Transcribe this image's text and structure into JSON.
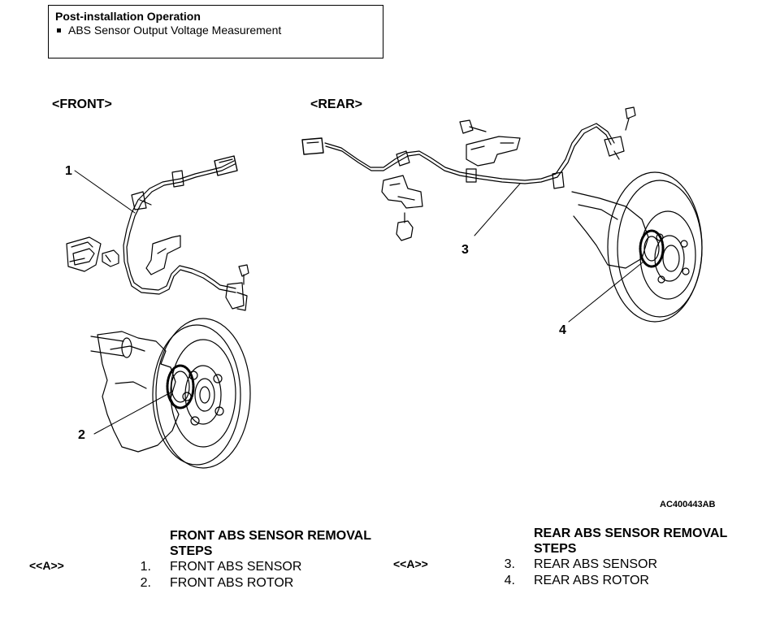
{
  "note": {
    "title": "Post-installation Operation",
    "items": [
      "ABS Sensor Output Voltage Measurement"
    ]
  },
  "diagram": {
    "front_label": "<FRONT>",
    "rear_label": "<REAR>",
    "callouts": [
      "1",
      "2",
      "3",
      "4"
    ],
    "figure_code": "AC400443AB"
  },
  "front_steps": {
    "title_line1": "FRONT ABS SENSOR REMOVAL",
    "title_line2": "STEPS",
    "marker": "<<A>>",
    "items": [
      {
        "num": "1.",
        "label": "FRONT ABS SENSOR"
      },
      {
        "num": "2.",
        "label": "FRONT ABS ROTOR"
      }
    ]
  },
  "rear_steps": {
    "title_line1": "REAR ABS SENSOR REMOVAL",
    "title_line2": "STEPS",
    "marker": "<<A>>",
    "items": [
      {
        "num": "3.",
        "label": "REAR ABS SENSOR"
      },
      {
        "num": "4.",
        "label": "REAR ABS ROTOR"
      }
    ]
  }
}
